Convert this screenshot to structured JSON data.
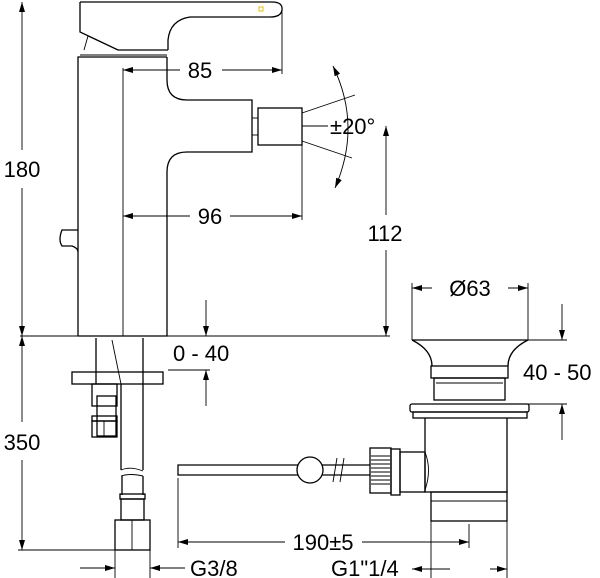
{
  "title": "Bidet mixer technical drawing",
  "colors": {
    "line": "#000000",
    "background": "#ffffff",
    "marker": "#e8c000"
  },
  "dimensions": {
    "spout_reach": "85",
    "aerator_reach": "96",
    "overall_height": "180",
    "aerator_height": "112",
    "swivel_angle": "±20°",
    "deck_thickness": "0 - 40",
    "hose_length": "350",
    "inlet_thread": "G3/8",
    "waste_diameter": "Ø63",
    "waste_range": "40 - 50",
    "rod_length": "190±5",
    "waste_thread": "G1\"1/4"
  }
}
